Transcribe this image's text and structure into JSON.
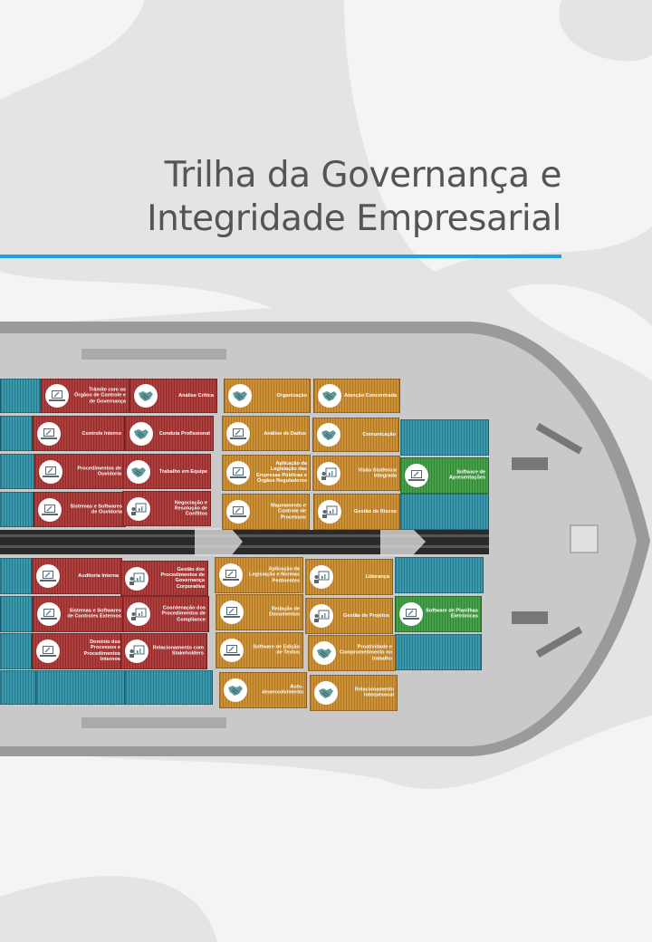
{
  "title": {
    "line1": "Trilha da Governança e",
    "line2": "Integridade Empresarial"
  },
  "colors": {
    "accent": "#1aa3e0",
    "red": "#a83232",
    "orange": "#c98a2a",
    "teal": "#2a8fa6",
    "green": "#3a9a3e",
    "deck": "#c9c9c9"
  },
  "containers": [
    {
      "color": "red",
      "icon": "laptop-tool-icon",
      "label": "Trâmite com os Órgãos de Controle e de Governança"
    },
    {
      "color": "red",
      "icon": "handshake-icon",
      "label": "Análise Crítica"
    },
    {
      "color": "orange",
      "icon": "handshake-icon",
      "label": "Organização"
    },
    {
      "color": "orange",
      "icon": "handshake-icon",
      "label": "Atenção Concentrada"
    },
    {
      "color": "red",
      "icon": "laptop-tool-icon",
      "label": "Controle Interno"
    },
    {
      "color": "red",
      "icon": "handshake-icon",
      "label": "Conduta Profissional"
    },
    {
      "color": "orange",
      "icon": "laptop-tool-icon",
      "label": "Análise de Dados"
    },
    {
      "color": "orange",
      "icon": "handshake-icon",
      "label": "Comunicação"
    },
    {
      "color": "red",
      "icon": "laptop-tool-icon",
      "label": "Procedimentos de Ouvidoria"
    },
    {
      "color": "red",
      "icon": "handshake-icon",
      "label": "Trabalho em Equipe"
    },
    {
      "color": "orange",
      "icon": "laptop-tool-icon",
      "label": "Aplicação da Legislação das Empresas Públicas e Órgãos Reguladores"
    },
    {
      "color": "orange",
      "icon": "presentation-icon",
      "label": "Visão Sistêmica Integrada"
    },
    {
      "color": "green",
      "icon": "laptop-tool-icon",
      "label": "Software de Apresentações"
    },
    {
      "color": "red",
      "icon": "laptop-tool-icon",
      "label": "Sistemas e Softwares de Ouvidoria"
    },
    {
      "color": "red",
      "icon": "presentation-icon",
      "label": "Negociação e Resolução de Conflitos"
    },
    {
      "color": "orange",
      "icon": "laptop-tool-icon",
      "label": "Mapeamento e Controle de Processos"
    },
    {
      "color": "orange",
      "icon": "presentation-icon",
      "label": "Gestão de Riscos"
    },
    {
      "color": "red",
      "icon": "laptop-tool-icon",
      "label": "Auditoria Interna"
    },
    {
      "color": "red",
      "icon": "presentation-icon",
      "label": "Gestão dos Procedimentos de Governança Corporativa"
    },
    {
      "color": "orange",
      "icon": "laptop-tool-icon",
      "label": "Aplicação da Legislação e Normas Pertinentes"
    },
    {
      "color": "orange",
      "icon": "presentation-icon",
      "label": "Liderança"
    },
    {
      "color": "red",
      "icon": "laptop-tool-icon",
      "label": "Sistemas e Softwares de Controles Externos"
    },
    {
      "color": "red",
      "icon": "presentation-icon",
      "label": "Coordenação dos Procedimentos de Compliance"
    },
    {
      "color": "orange",
      "icon": "laptop-tool-icon",
      "label": "Redação de Documentos"
    },
    {
      "color": "orange",
      "icon": "presentation-icon",
      "label": "Gestão de Projetos"
    },
    {
      "color": "green",
      "icon": "laptop-tool-icon",
      "label": "Software de Planilhas Eletrônicas"
    },
    {
      "color": "red",
      "icon": "laptop-tool-icon",
      "label": "Domínio dos Processos e Procedimentos Internos"
    },
    {
      "color": "red",
      "icon": "presentation-icon",
      "label": "Relacionamento com Stakeholders"
    },
    {
      "color": "orange",
      "icon": "laptop-tool-icon",
      "label": "Software de Edição de Textos"
    },
    {
      "color": "orange",
      "icon": "handshake-icon",
      "label": "Proatividade e Comprometimento no trabalho"
    },
    {
      "color": "orange",
      "icon": "handshake-icon",
      "label": "Auto-desenvolvimento"
    },
    {
      "color": "orange",
      "icon": "handshake-icon",
      "label": "Relacionamento Interpessoal"
    }
  ]
}
